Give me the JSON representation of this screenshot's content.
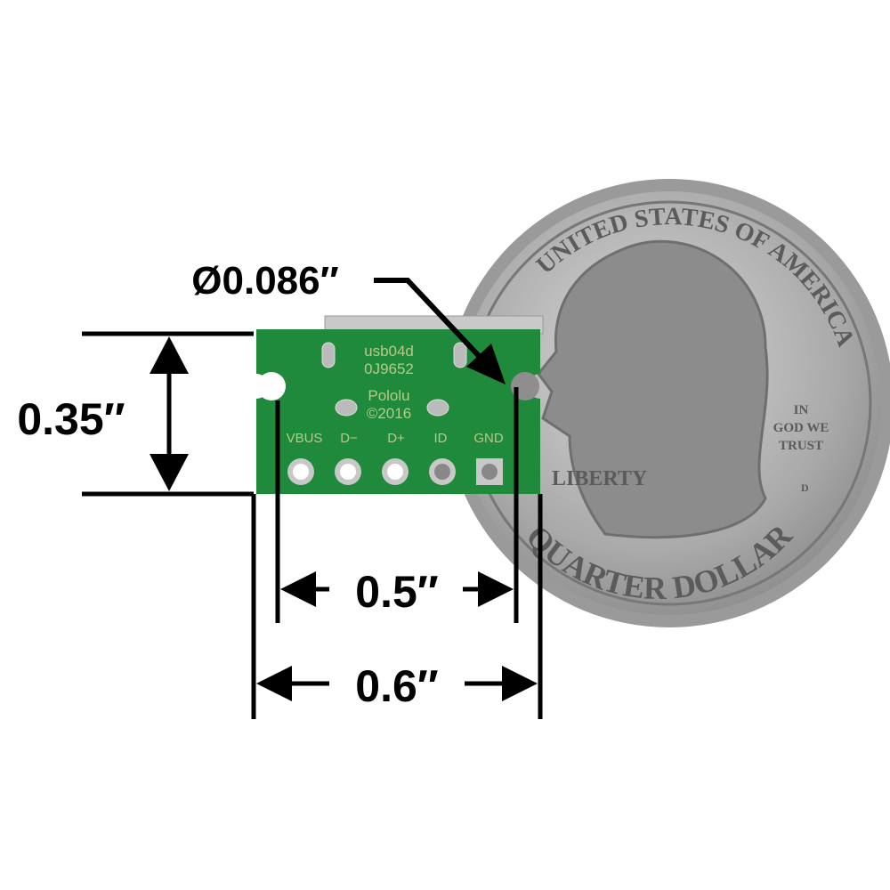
{
  "dimensions": {
    "height": "0.35″",
    "hole_diameter": "Ø0.086″",
    "hole_spacing": "0.5″",
    "width": "0.6″"
  },
  "board": {
    "silkscreen": [
      "usb04d",
      "0J9652",
      "Pololu",
      "©2016"
    ],
    "pins": [
      "VBUS",
      "D−",
      "D+",
      "ID",
      "GND"
    ],
    "color": "#1f8a3c"
  },
  "coin": {
    "lettering_top": "UNITED STATES OF AMERICA",
    "motto": [
      "IN",
      "GOD WE",
      "TRUST"
    ],
    "liberty": "LIBERTY",
    "lettering_bottom": "QUARTER DOLLAR",
    "mint_mark": "D"
  }
}
